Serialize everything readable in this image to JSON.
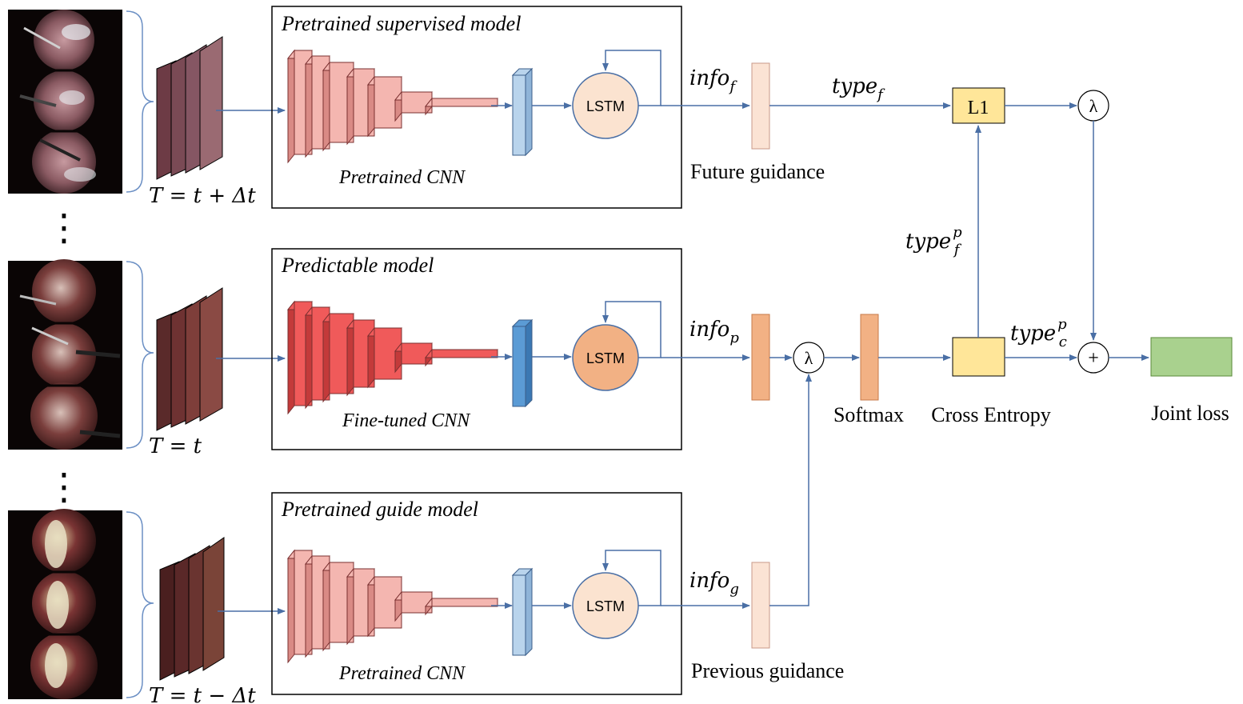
{
  "rows": [
    {
      "id": "supervised",
      "model_title": "Pretrained supervised model",
      "cnn_label": "Pretrained CNN",
      "time_label": "T = t + Δt",
      "lstm_label": "LSTM",
      "info_base": "info",
      "info_sub": "f",
      "guidance_label": "Future guidance",
      "colors": {
        "cnn_front": "#f4b6b0",
        "cnn_side": "#d98a85",
        "vec": "#b9d4ec",
        "vec_side": "#8fb4d8",
        "lstm": "#fbe3d0",
        "feature": "#fbe3d4"
      }
    },
    {
      "id": "predictable",
      "model_title": "Predictable model",
      "cnn_label": "Fine-tuned CNN",
      "time_label": "T = t",
      "lstm_label": "LSTM",
      "info_base": "info",
      "info_sub": "p",
      "guidance_label": "",
      "colors": {
        "cnn_front": "#f05a5a",
        "cnn_side": "#c33a3a",
        "vec": "#5b9bd5",
        "vec_side": "#3b78b3",
        "lstm": "#f2b184",
        "feature": "#f2b184"
      }
    },
    {
      "id": "guide",
      "model_title": "Pretrained guide model",
      "cnn_label": "Pretrained CNN",
      "time_label": "T = t − Δt",
      "lstm_label": "LSTM",
      "info_base": "info",
      "info_sub": "g",
      "guidance_label": "Previous guidance",
      "colors": {
        "cnn_front": "#f4b6b0",
        "cnn_side": "#d98a85",
        "vec": "#b9d4ec",
        "vec_side": "#8fb4d8",
        "lstm": "#fbe3d0",
        "feature": "#fbe3d4"
      }
    }
  ],
  "ellipsis": "⋮",
  "type_f": {
    "base": "type",
    "sub": "f"
  },
  "type_f_p": {
    "base": "type",
    "sub": "f",
    "sup": "p"
  },
  "type_c_p": {
    "base": "type",
    "sub": "c",
    "sup": "p"
  },
  "l1_label": "L1",
  "lambda": "λ",
  "plus": "+",
  "softmax_label": "Softmax",
  "cross_entropy_label": "Cross Entropy",
  "joint_loss_label": "Joint loss",
  "colors": {
    "arrow": "#4a6fa5",
    "l1_box": "#ffe699",
    "ce_box": "#ffe699",
    "softmax_bar": "#f2b184",
    "joint_loss_box": "#a9d18e",
    "frame_dark": "#2b1a1a"
  }
}
